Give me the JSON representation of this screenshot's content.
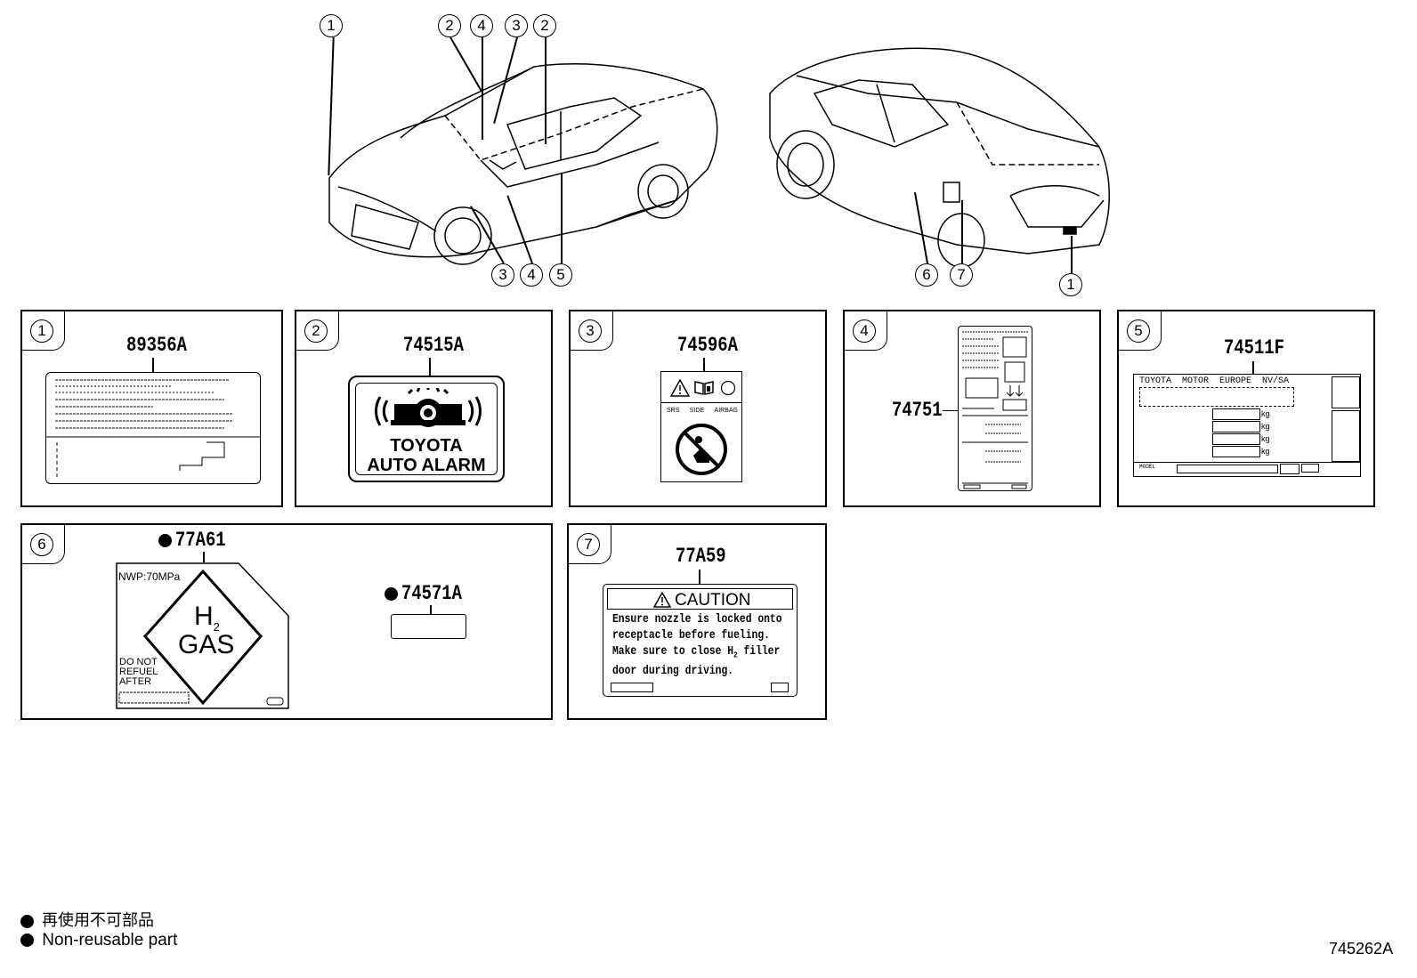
{
  "callouts": {
    "front": [
      "1",
      "2",
      "4",
      "3",
      "2",
      "3",
      "4",
      "5"
    ],
    "rear": [
      "6",
      "7",
      "1"
    ]
  },
  "panels": [
    {
      "num": "1",
      "part": "89356A"
    },
    {
      "num": "2",
      "part": "74515A",
      "alarm_line1": "TOYOTA",
      "alarm_line2": "AUTO ALARM"
    },
    {
      "num": "3",
      "part": "74596A",
      "srs1": "SRS",
      "srs2": "SIDE",
      "srs3": "AIRBAG"
    },
    {
      "num": "4",
      "part": "74751"
    },
    {
      "num": "5",
      "part": "74511F",
      "maker": "TOYOTA  MOTOR  EUROPE  NV/SA",
      "kg": "kg",
      "model": "MODEL"
    },
    {
      "num": "6",
      "part_a": "77A61",
      "part_b": "74571A",
      "nwp": "NWP:70MPa",
      "h2": "H",
      "h2sub": "2",
      "gas": "GAS",
      "donot1": "DO NOT",
      "donot2": "REFUEL",
      "donot3": "AFTER"
    },
    {
      "num": "7",
      "part": "77A59",
      "caution": "CAUTION",
      "line1": "Ensure nozzle is locked onto",
      "line2": "receptacle before fueling.",
      "line3": "Make sure to close H",
      "line3sub": "2",
      "line3end": " filler",
      "line4": "door during driving."
    }
  ],
  "legend": {
    "jp": "再使用不可部品",
    "en": "Non-reusable part"
  },
  "figure_id": "745262A"
}
